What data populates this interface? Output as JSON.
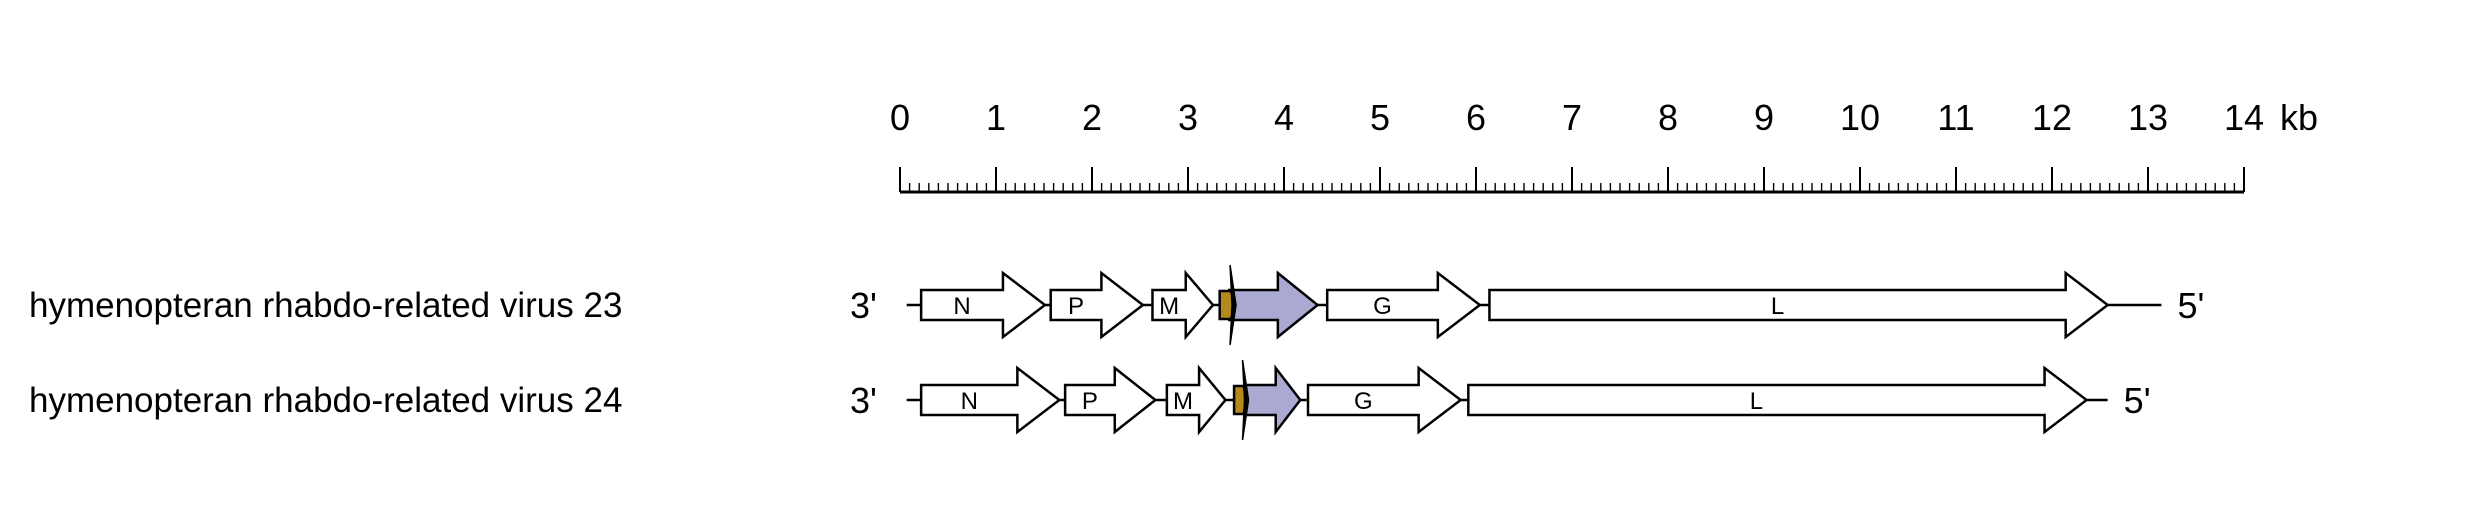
{
  "scale": {
    "unit": "kb",
    "max": 14,
    "ticks": [
      "0",
      "1",
      "2",
      "3",
      "4",
      "5",
      "6",
      "7",
      "8",
      "9",
      "10",
      "11",
      "12",
      "13",
      "14"
    ],
    "minor_per_kb": 10
  },
  "colors": {
    "brown": "#b48a1c",
    "lavender": "#a9a9d2",
    "gene": "#ffffff",
    "stroke": "#000000"
  },
  "genomes": [
    {
      "name": "hymenopteran rhabdo-related virus 23",
      "end3": "3'",
      "end5": "5'",
      "line_start": 0.07,
      "line_end": 13.14,
      "genes": [
        {
          "label": "N",
          "start": 0.22,
          "end": 1.51,
          "type": "gene"
        },
        {
          "label": "P",
          "start": 1.57,
          "end": 2.53,
          "type": "gene"
        },
        {
          "label": "M",
          "start": 2.63,
          "end": 3.26,
          "type": "gene"
        },
        {
          "label": "",
          "start": 3.43,
          "end": 4.35,
          "type": "lavender"
        },
        {
          "label": "",
          "start": 3.33,
          "end": 3.49,
          "type": "brown"
        },
        {
          "label": "G",
          "start": 4.45,
          "end": 6.04,
          "type": "gene"
        },
        {
          "label": "L",
          "start": 6.14,
          "end": 12.58,
          "type": "gene"
        }
      ]
    },
    {
      "name": "hymenopteran rhabdo-related virus 24",
      "end3": "3'",
      "end5": "5'",
      "line_start": 0.07,
      "line_end": 12.58,
      "genes": [
        {
          "label": "N",
          "start": 0.22,
          "end": 1.66,
          "type": "gene"
        },
        {
          "label": "P",
          "start": 1.72,
          "end": 2.66,
          "type": "gene"
        },
        {
          "label": "M",
          "start": 2.78,
          "end": 3.39,
          "type": "gene"
        },
        {
          "label": "",
          "start": 3.6,
          "end": 4.17,
          "type": "lavender"
        },
        {
          "label": "",
          "start": 3.48,
          "end": 3.62,
          "type": "brown"
        },
        {
          "label": "G",
          "start": 4.25,
          "end": 5.84,
          "type": "gene"
        },
        {
          "label": "L",
          "start": 5.92,
          "end": 12.36,
          "type": "gene"
        }
      ]
    }
  ]
}
